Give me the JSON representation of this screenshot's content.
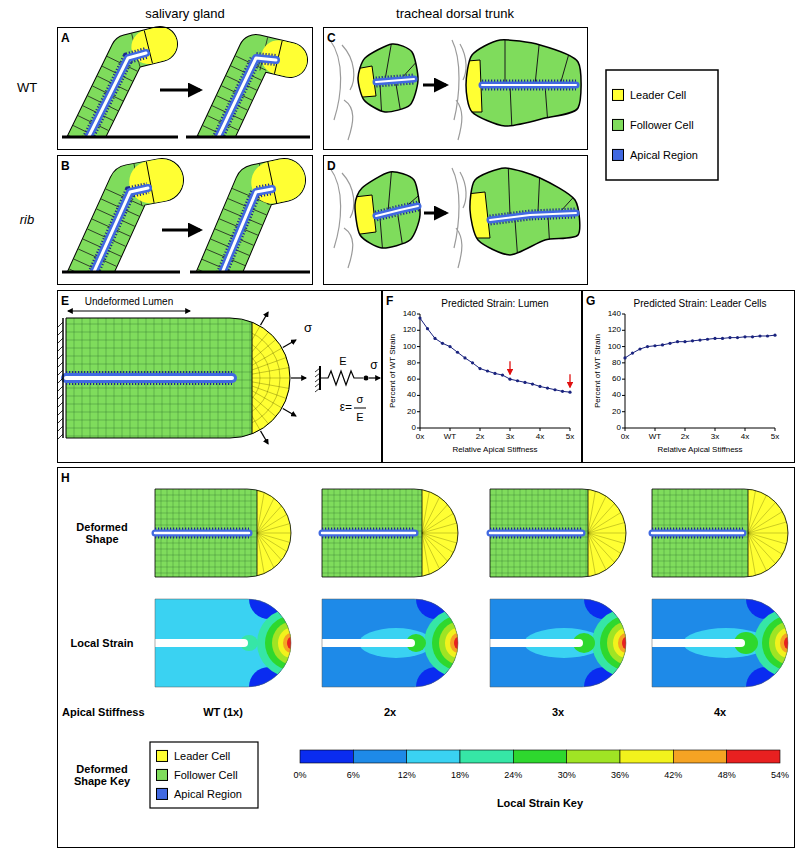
{
  "diagram": {
    "nodes": [
      {
        "text": [
          "A"
        ]
      },
      {
        "text": [
          "B"
        ]
      },
      {
        "text": [
          "C"
        ]
      },
      {
        "text": [
          "D"
        ]
      },
      {
        "text": [
          "E"
        ]
      },
      {
        "text": [
          "F"
        ]
      },
      {
        "text": [
          "G"
        ]
      },
      {
        "text": [
          "H"
        ]
      }
    ],
    "labels": [
      "salivary gland",
      "tracheal dorsal trunk",
      "WT",
      "rib",
      "Undeformed Lumen",
      "σ",
      "E",
      "σ",
      "ε=",
      "σ",
      "E",
      "Predicted Strain: Lumen",
      "Percent of WT Strain",
      "0",
      "20",
      "40",
      "60",
      "80",
      "100",
      "120",
      "140",
      "0x",
      "WT",
      "2x",
      "3x",
      "4x",
      "5x",
      "Relative Apical Stiffness",
      "Predicted Strain: Leader Cells",
      "Percent of WT Strain",
      "0",
      "20",
      "40",
      "60",
      "80",
      "100",
      "120",
      "140",
      "0x",
      "WT",
      "2x",
      "3x",
      "4x",
      "5x",
      "Relative Apical Stiffness",
      "Deformed Shape",
      "Local Strain",
      "Apical Stiffness",
      "WT (1x)",
      "2x",
      "3x",
      "4x",
      "Deformed Shape Key",
      "Local Strain Key",
      "0%",
      "6%",
      "12%",
      "18%",
      "24%",
      "30%",
      "36%",
      "42%",
      "48%",
      "54%"
    ],
    "legend": [
      {
        "text": "Leader Cell",
        "color": "#ffff33"
      },
      {
        "text": "Follower Cell",
        "color": "#7fdc5c"
      },
      {
        "text": "Apical Region",
        "color": "#4169e1"
      },
      {
        "text": "Leader Cell",
        "color": "#ffff33"
      },
      {
        "text": "Follower Cell",
        "color": "#7fdc5c"
      },
      {
        "text": "Apical Region",
        "color": "#4169e1"
      }
    ]
  }
}
